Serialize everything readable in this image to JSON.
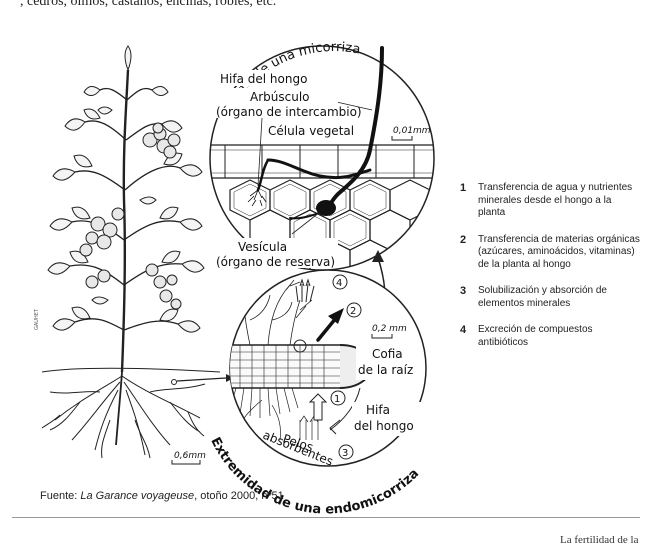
{
  "top_text": ", cedros, olmos, castaños, encinas, robles, etc.",
  "figure": {
    "title_top": "Corte de una micorriza",
    "title_bottom": "Extremidad de una endomicorriza",
    "labels": {
      "hifa_top": "Hifa del hongo",
      "arbusculo": "Arbúsculo",
      "arbusculo_desc": "(órgano de intercambio)",
      "celula": "Célula vegetal",
      "scale_top": "0,01mm",
      "vesicula": "Vesícula",
      "vesicula_desc": "(órgano de reserva)",
      "scale_mid": "0,2 mm",
      "cofia_1": "Cofia",
      "cofia_2": "de la raíz",
      "hifa_bottom_1": "Hifa",
      "hifa_bottom_2": "del hongo",
      "pelos_1": "Pelos",
      "pelos_2": "absorbentes",
      "scale_plant": "0,6mm",
      "artist": "GAUHET",
      "num1": "1",
      "num2": "2",
      "num3": "3",
      "num4": "4"
    }
  },
  "legend": [
    {
      "num": "1",
      "text": "Transferencia de agua y nutrientes minerales desde el hongo a la planta"
    },
    {
      "num": "2",
      "text": "Transferencia de materias orgánicas (azúcares, aminoácidos, vitaminas) de la planta al hongo"
    },
    {
      "num": "3",
      "text": "Solubilización y absorción de elementos minerales"
    },
    {
      "num": "4",
      "text": "Excreción de compuestos antibióticos"
    }
  ],
  "source": {
    "prefix": "Fuente: ",
    "title": "La Garance voyageuse",
    "suffix": ", otoño 2000, nº51"
  },
  "footer": "La fertilidad de la"
}
